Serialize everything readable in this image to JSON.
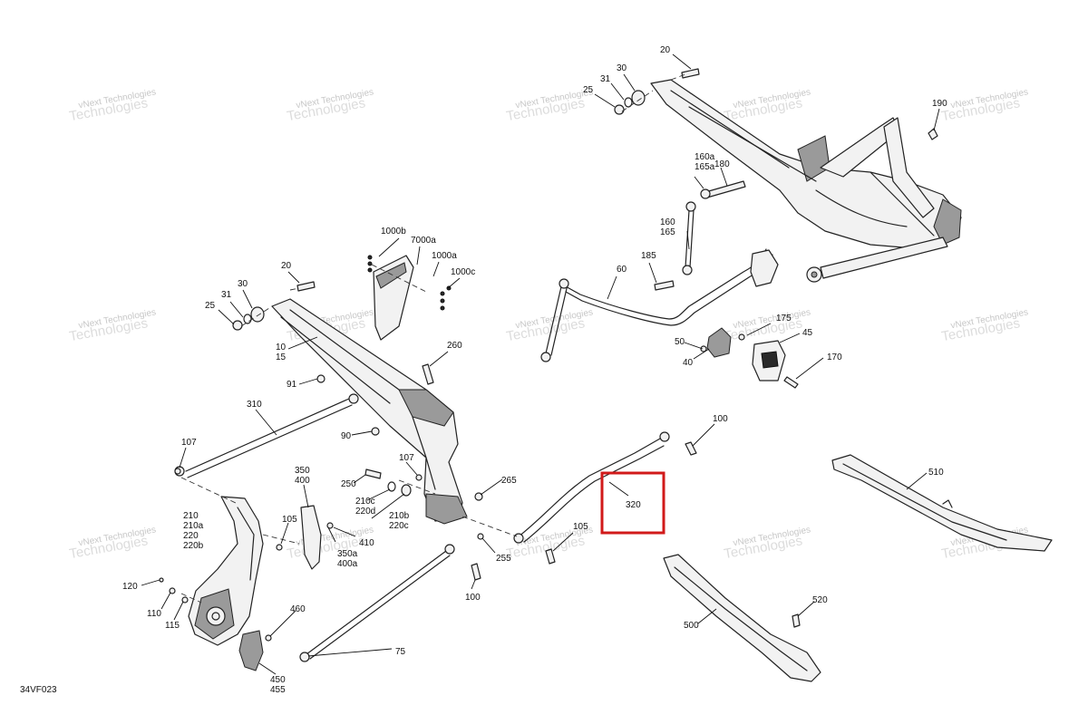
{
  "watermark": {
    "line1": "vNext Technologies",
    "line2": "Technologies"
  },
  "diagram_code": "34VF023",
  "highlighted_callout": "320",
  "callouts": {
    "c20a": "20",
    "c30a": "30",
    "c31a": "31",
    "c25a": "25",
    "c190": "190",
    "c160a": "160a",
    "c165a": "165a",
    "c180": "180",
    "c160": "160",
    "c165": "165",
    "c185": "185",
    "c60": "60",
    "c175": "175",
    "c45": "45",
    "c50": "50",
    "c40": "40",
    "c170": "170",
    "c1000b": "1000b",
    "c7000a": "7000a",
    "c1000a": "1000a",
    "c1000c": "1000c",
    "c20b": "20",
    "c30b": "30",
    "c31b": "31",
    "c25b": "25",
    "c10": "10",
    "c15": "15",
    "c260": "260",
    "c91": "91",
    "c310": "310",
    "c90": "90",
    "c107a": "107",
    "c107b": "107",
    "c350": "350",
    "c400": "400",
    "c250": "250",
    "c210c": "210c",
    "c220d": "220d",
    "c210b": "210b",
    "c220c": "220c",
    "c265": "265",
    "c100a": "100",
    "c320": "320",
    "c210": "210",
    "c210a": "210a",
    "c220": "220",
    "c220b": "220b",
    "c105a": "105",
    "c350a": "350a",
    "c400a": "400a",
    "c410": "410",
    "c105b": "105",
    "c255": "255",
    "c100b": "100",
    "c120": "120",
    "c110": "110",
    "c115": "115",
    "c460": "460",
    "c75": "75",
    "c450": "450",
    "c455": "455",
    "c510": "510",
    "c520": "520",
    "c500": "500"
  }
}
